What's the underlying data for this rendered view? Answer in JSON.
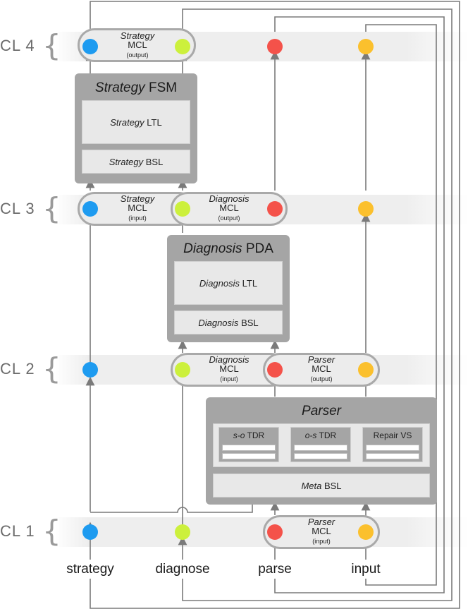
{
  "levels": {
    "cl4": "CL 4",
    "cl3": "CL 3",
    "cl2": "CL 2",
    "cl1": "CL 1"
  },
  "mcl": {
    "strategy_output": {
      "name": "Strategy",
      "mcl": "MCL",
      "role": "(output)"
    },
    "strategy_input": {
      "name": "Strategy",
      "mcl": "MCL",
      "role": "(input)"
    },
    "diagnosis_output": {
      "name": "Diagnosis",
      "mcl": "MCL",
      "role": "(output)"
    },
    "diagnosis_input": {
      "name": "Diagnosis",
      "mcl": "MCL",
      "role": "(input)"
    },
    "parser_output": {
      "name": "Parser",
      "mcl": "MCL",
      "role": "(output)"
    },
    "parser_input": {
      "name": "Parser",
      "mcl": "MCL",
      "role": "(input)"
    }
  },
  "modules": {
    "strategy_fsm": {
      "name": "Strategy",
      "kind": "FSM",
      "ltl_name": "Strategy",
      "ltl": "LTL",
      "bsl_name": "Strategy",
      "bsl": "BSL"
    },
    "diagnosis_pda": {
      "name": "Diagnosis",
      "kind": "PDA",
      "ltl_name": "Diagnosis",
      "ltl": "LTL",
      "bsl_name": "Diagnosis",
      "bsl": "BSL"
    },
    "parser": {
      "name": "Parser",
      "so_name": "s-o",
      "so": "TDR",
      "os_name": "o-s",
      "os": "TDR",
      "repair": "Repair VS",
      "meta_name": "Meta",
      "meta": "BSL"
    }
  },
  "streams": {
    "strategy": "strategy",
    "diagnose": "diagnose",
    "parse": "parse",
    "input": "input"
  },
  "colors": {
    "strategy": "#1e9bf0",
    "diagnose": "#ccf03c",
    "parse": "#f4524a",
    "input": "#fbc02d",
    "line": "#7a7a7a",
    "box": "#a5a5a5"
  }
}
